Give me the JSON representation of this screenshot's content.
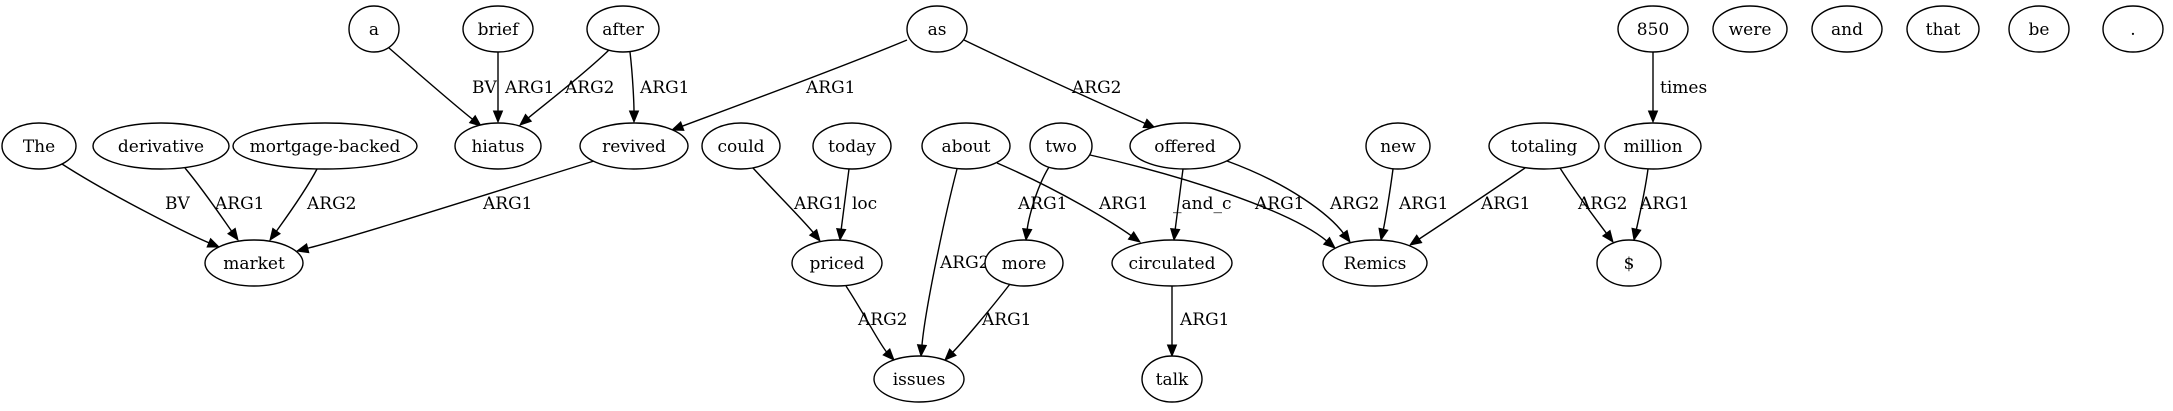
{
  "graph": {
    "nodes": [
      {
        "id": "a",
        "label": "a"
      },
      {
        "id": "brief",
        "label": "brief"
      },
      {
        "id": "after",
        "label": "after"
      },
      {
        "id": "as",
        "label": "as"
      },
      {
        "id": "n850",
        "label": "850"
      },
      {
        "id": "were",
        "label": "were"
      },
      {
        "id": "and",
        "label": "and"
      },
      {
        "id": "that",
        "label": "that"
      },
      {
        "id": "be",
        "label": "be"
      },
      {
        "id": "dot",
        "label": "."
      },
      {
        "id": "The",
        "label": "The"
      },
      {
        "id": "derivative",
        "label": "derivative"
      },
      {
        "id": "mortgage",
        "label": "mortgage-backed"
      },
      {
        "id": "hiatus",
        "label": "hiatus"
      },
      {
        "id": "revived",
        "label": "revived"
      },
      {
        "id": "could",
        "label": "could"
      },
      {
        "id": "today",
        "label": "today"
      },
      {
        "id": "about",
        "label": "about"
      },
      {
        "id": "two",
        "label": "two"
      },
      {
        "id": "offered",
        "label": "offered"
      },
      {
        "id": "new",
        "label": "new"
      },
      {
        "id": "totaling",
        "label": "totaling"
      },
      {
        "id": "million",
        "label": "million"
      },
      {
        "id": "market",
        "label": "market"
      },
      {
        "id": "priced",
        "label": "priced"
      },
      {
        "id": "more",
        "label": "more"
      },
      {
        "id": "circulated",
        "label": "circulated"
      },
      {
        "id": "Remics",
        "label": "Remics"
      },
      {
        "id": "dollar",
        "label": "$"
      },
      {
        "id": "issues",
        "label": "issues"
      },
      {
        "id": "talk",
        "label": "talk"
      }
    ],
    "edges": [
      {
        "from": "a",
        "to": "hiatus",
        "label": "BV"
      },
      {
        "from": "brief",
        "to": "hiatus",
        "label": "ARG1"
      },
      {
        "from": "after",
        "to": "hiatus",
        "label": "ARG2"
      },
      {
        "from": "after",
        "to": "revived",
        "label": "ARG1"
      },
      {
        "from": "as",
        "to": "revived",
        "label": "ARG1"
      },
      {
        "from": "as",
        "to": "offered",
        "label": "ARG2"
      },
      {
        "from": "n850",
        "to": "million",
        "label": "times"
      },
      {
        "from": "The",
        "to": "market",
        "label": "BV"
      },
      {
        "from": "derivative",
        "to": "market",
        "label": "ARG1"
      },
      {
        "from": "mortgage",
        "to": "market",
        "label": "ARG2"
      },
      {
        "from": "revived",
        "to": "market",
        "label": "ARG1"
      },
      {
        "from": "could",
        "to": "priced",
        "label": "ARG1"
      },
      {
        "from": "today",
        "to": "priced",
        "label": "loc"
      },
      {
        "from": "about",
        "to": "issues",
        "label": "ARG2"
      },
      {
        "from": "about",
        "to": "circulated",
        "label": "ARG1"
      },
      {
        "from": "two",
        "to": "more",
        "label": "ARG1"
      },
      {
        "from": "two",
        "to": "Remics",
        "label": "ARG1"
      },
      {
        "from": "offered",
        "to": "circulated",
        "label": "_and_c"
      },
      {
        "from": "offered",
        "to": "Remics",
        "label": "ARG2"
      },
      {
        "from": "new",
        "to": "Remics",
        "label": "ARG1"
      },
      {
        "from": "totaling",
        "to": "Remics",
        "label": "ARG1"
      },
      {
        "from": "totaling",
        "to": "dollar",
        "label": "ARG2"
      },
      {
        "from": "million",
        "to": "dollar",
        "label": "ARG1"
      },
      {
        "from": "priced",
        "to": "issues",
        "label": "ARG2"
      },
      {
        "from": "more",
        "to": "issues",
        "label": "ARG1"
      },
      {
        "from": "circulated",
        "to": "talk",
        "label": "ARG1"
      }
    ]
  }
}
